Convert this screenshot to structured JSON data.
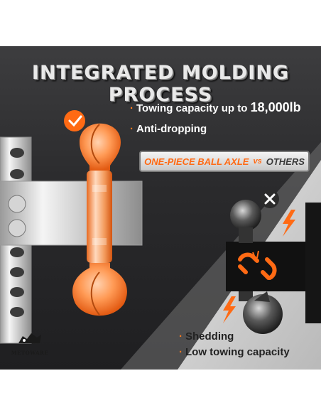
{
  "title": "INTEGRATED MOLDING PROCESS",
  "features": [
    {
      "prefix": "Towing capacity up to ",
      "highlight": "18,000lb"
    },
    {
      "prefix": "Anti-dropping",
      "highlight": ""
    }
  ],
  "comparison": {
    "left": "ONE-PIECE BALL AXLE",
    "vs": "vs",
    "right": "OTHERS"
  },
  "negatives": [
    "Shedding",
    "Low towing capacity"
  ],
  "logo": {
    "word": "METOWARE"
  },
  "colors": {
    "accent": "#ff7a1f",
    "background_top": "#3d3d3f",
    "background_bottom": "#1f1f21"
  },
  "icons": {
    "check": "check-circle-icon",
    "cross": "cross-circle-icon",
    "lightning": "lightning-icon",
    "broken_link": "broken-chain-icon"
  }
}
